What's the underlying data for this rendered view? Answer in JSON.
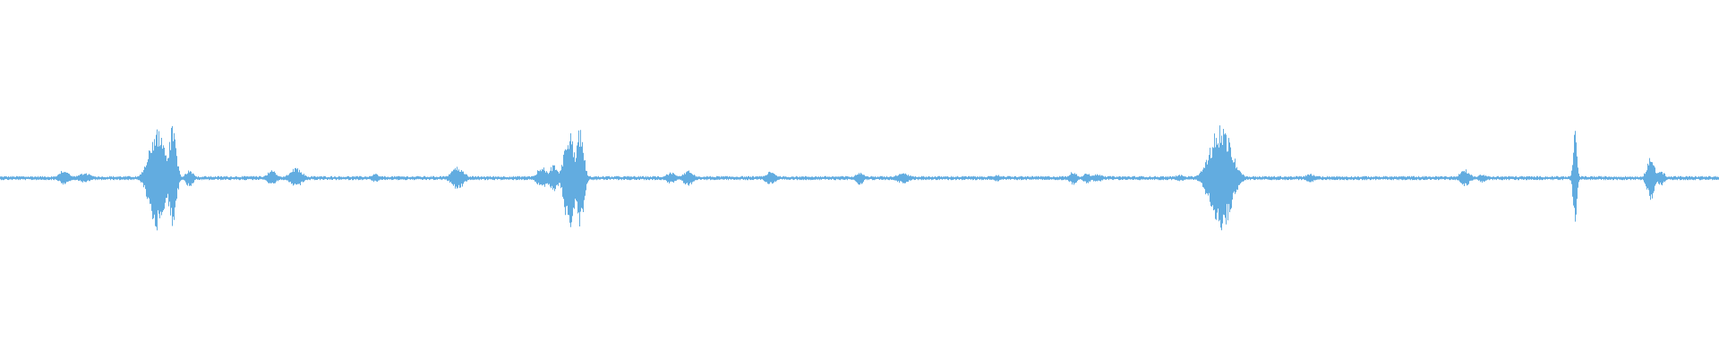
{
  "waveform": {
    "color": "#62ace0",
    "background": "#ffffff",
    "duration_ratio_baseline": 0.012,
    "bursts": [
      {
        "t": 0.037,
        "pos": 0.08,
        "neg": 0.06,
        "width": 0.004
      },
      {
        "t": 0.049,
        "pos": 0.05,
        "neg": 0.04,
        "width": 0.005
      },
      {
        "t": 0.091,
        "pos": 0.44,
        "neg": 0.45,
        "width": 0.006
      },
      {
        "t": 0.1,
        "pos": 0.46,
        "neg": 0.46,
        "width": 0.003
      },
      {
        "t": 0.11,
        "pos": 0.08,
        "neg": 0.08,
        "width": 0.003
      },
      {
        "t": 0.158,
        "pos": 0.07,
        "neg": 0.06,
        "width": 0.004
      },
      {
        "t": 0.172,
        "pos": 0.09,
        "neg": 0.08,
        "width": 0.005
      },
      {
        "t": 0.218,
        "pos": 0.04,
        "neg": 0.04,
        "width": 0.003
      },
      {
        "t": 0.266,
        "pos": 0.1,
        "neg": 0.1,
        "width": 0.005
      },
      {
        "t": 0.315,
        "pos": 0.1,
        "neg": 0.09,
        "width": 0.004
      },
      {
        "t": 0.322,
        "pos": 0.12,
        "neg": 0.12,
        "width": 0.004
      },
      {
        "t": 0.331,
        "pos": 0.44,
        "neg": 0.45,
        "width": 0.004
      },
      {
        "t": 0.337,
        "pos": 0.46,
        "neg": 0.48,
        "width": 0.003
      },
      {
        "t": 0.39,
        "pos": 0.05,
        "neg": 0.05,
        "width": 0.004
      },
      {
        "t": 0.4,
        "pos": 0.07,
        "neg": 0.07,
        "width": 0.004
      },
      {
        "t": 0.448,
        "pos": 0.06,
        "neg": 0.06,
        "width": 0.004
      },
      {
        "t": 0.5,
        "pos": 0.06,
        "neg": 0.06,
        "width": 0.003
      },
      {
        "t": 0.525,
        "pos": 0.05,
        "neg": 0.05,
        "width": 0.005
      },
      {
        "t": 0.58,
        "pos": 0.03,
        "neg": 0.03,
        "width": 0.003
      },
      {
        "t": 0.624,
        "pos": 0.06,
        "neg": 0.06,
        "width": 0.003
      },
      {
        "t": 0.632,
        "pos": 0.05,
        "neg": 0.05,
        "width": 0.003
      },
      {
        "t": 0.638,
        "pos": 0.04,
        "neg": 0.04,
        "width": 0.004
      },
      {
        "t": 0.686,
        "pos": 0.03,
        "neg": 0.03,
        "width": 0.004
      },
      {
        "t": 0.71,
        "pos": 0.49,
        "neg": 0.49,
        "width": 0.008
      },
      {
        "t": 0.762,
        "pos": 0.04,
        "neg": 0.04,
        "width": 0.004
      },
      {
        "t": 0.852,
        "pos": 0.08,
        "neg": 0.07,
        "width": 0.004
      },
      {
        "t": 0.862,
        "pos": 0.04,
        "neg": 0.04,
        "width": 0.003
      },
      {
        "t": 0.916,
        "pos": 0.44,
        "neg": 0.45,
        "width": 0.0015
      },
      {
        "t": 0.96,
        "pos": 0.2,
        "neg": 0.2,
        "width": 0.003
      },
      {
        "t": 0.966,
        "pos": 0.07,
        "neg": 0.07,
        "width": 0.003
      }
    ]
  }
}
